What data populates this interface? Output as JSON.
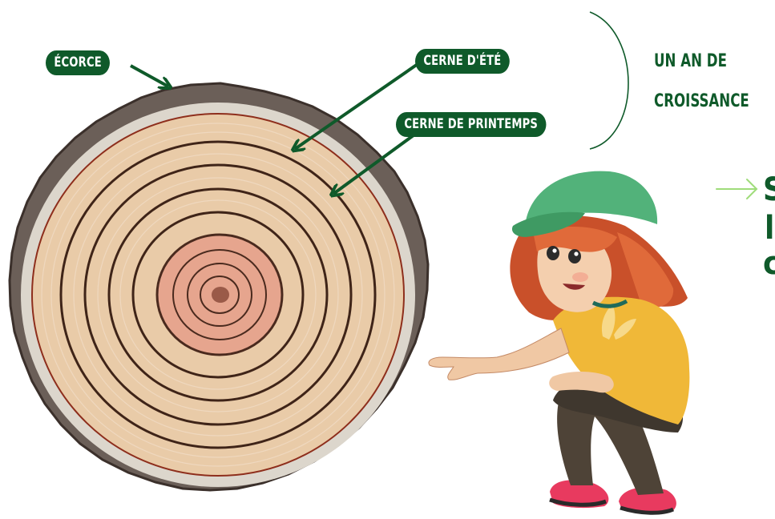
{
  "labels": {
    "bark": "ÉCORCE",
    "summer_ring": "CERNE D'ÉTÉ",
    "spring_ring": "CERNE DE PRINTEMPS",
    "year_line1": "UN AN DE",
    "year_line2": "CROISSANCE"
  },
  "cropped_text": [
    "S",
    "l",
    "c"
  ],
  "colors": {
    "label_green": "#0f5a2a",
    "bark": "#6b5f58",
    "sapwood": "#e9cba8",
    "heartwood": "#e09a86",
    "ring": "#3f2418",
    "cap": "#4fae73"
  },
  "icons": [
    "right-arrow-icon"
  ]
}
